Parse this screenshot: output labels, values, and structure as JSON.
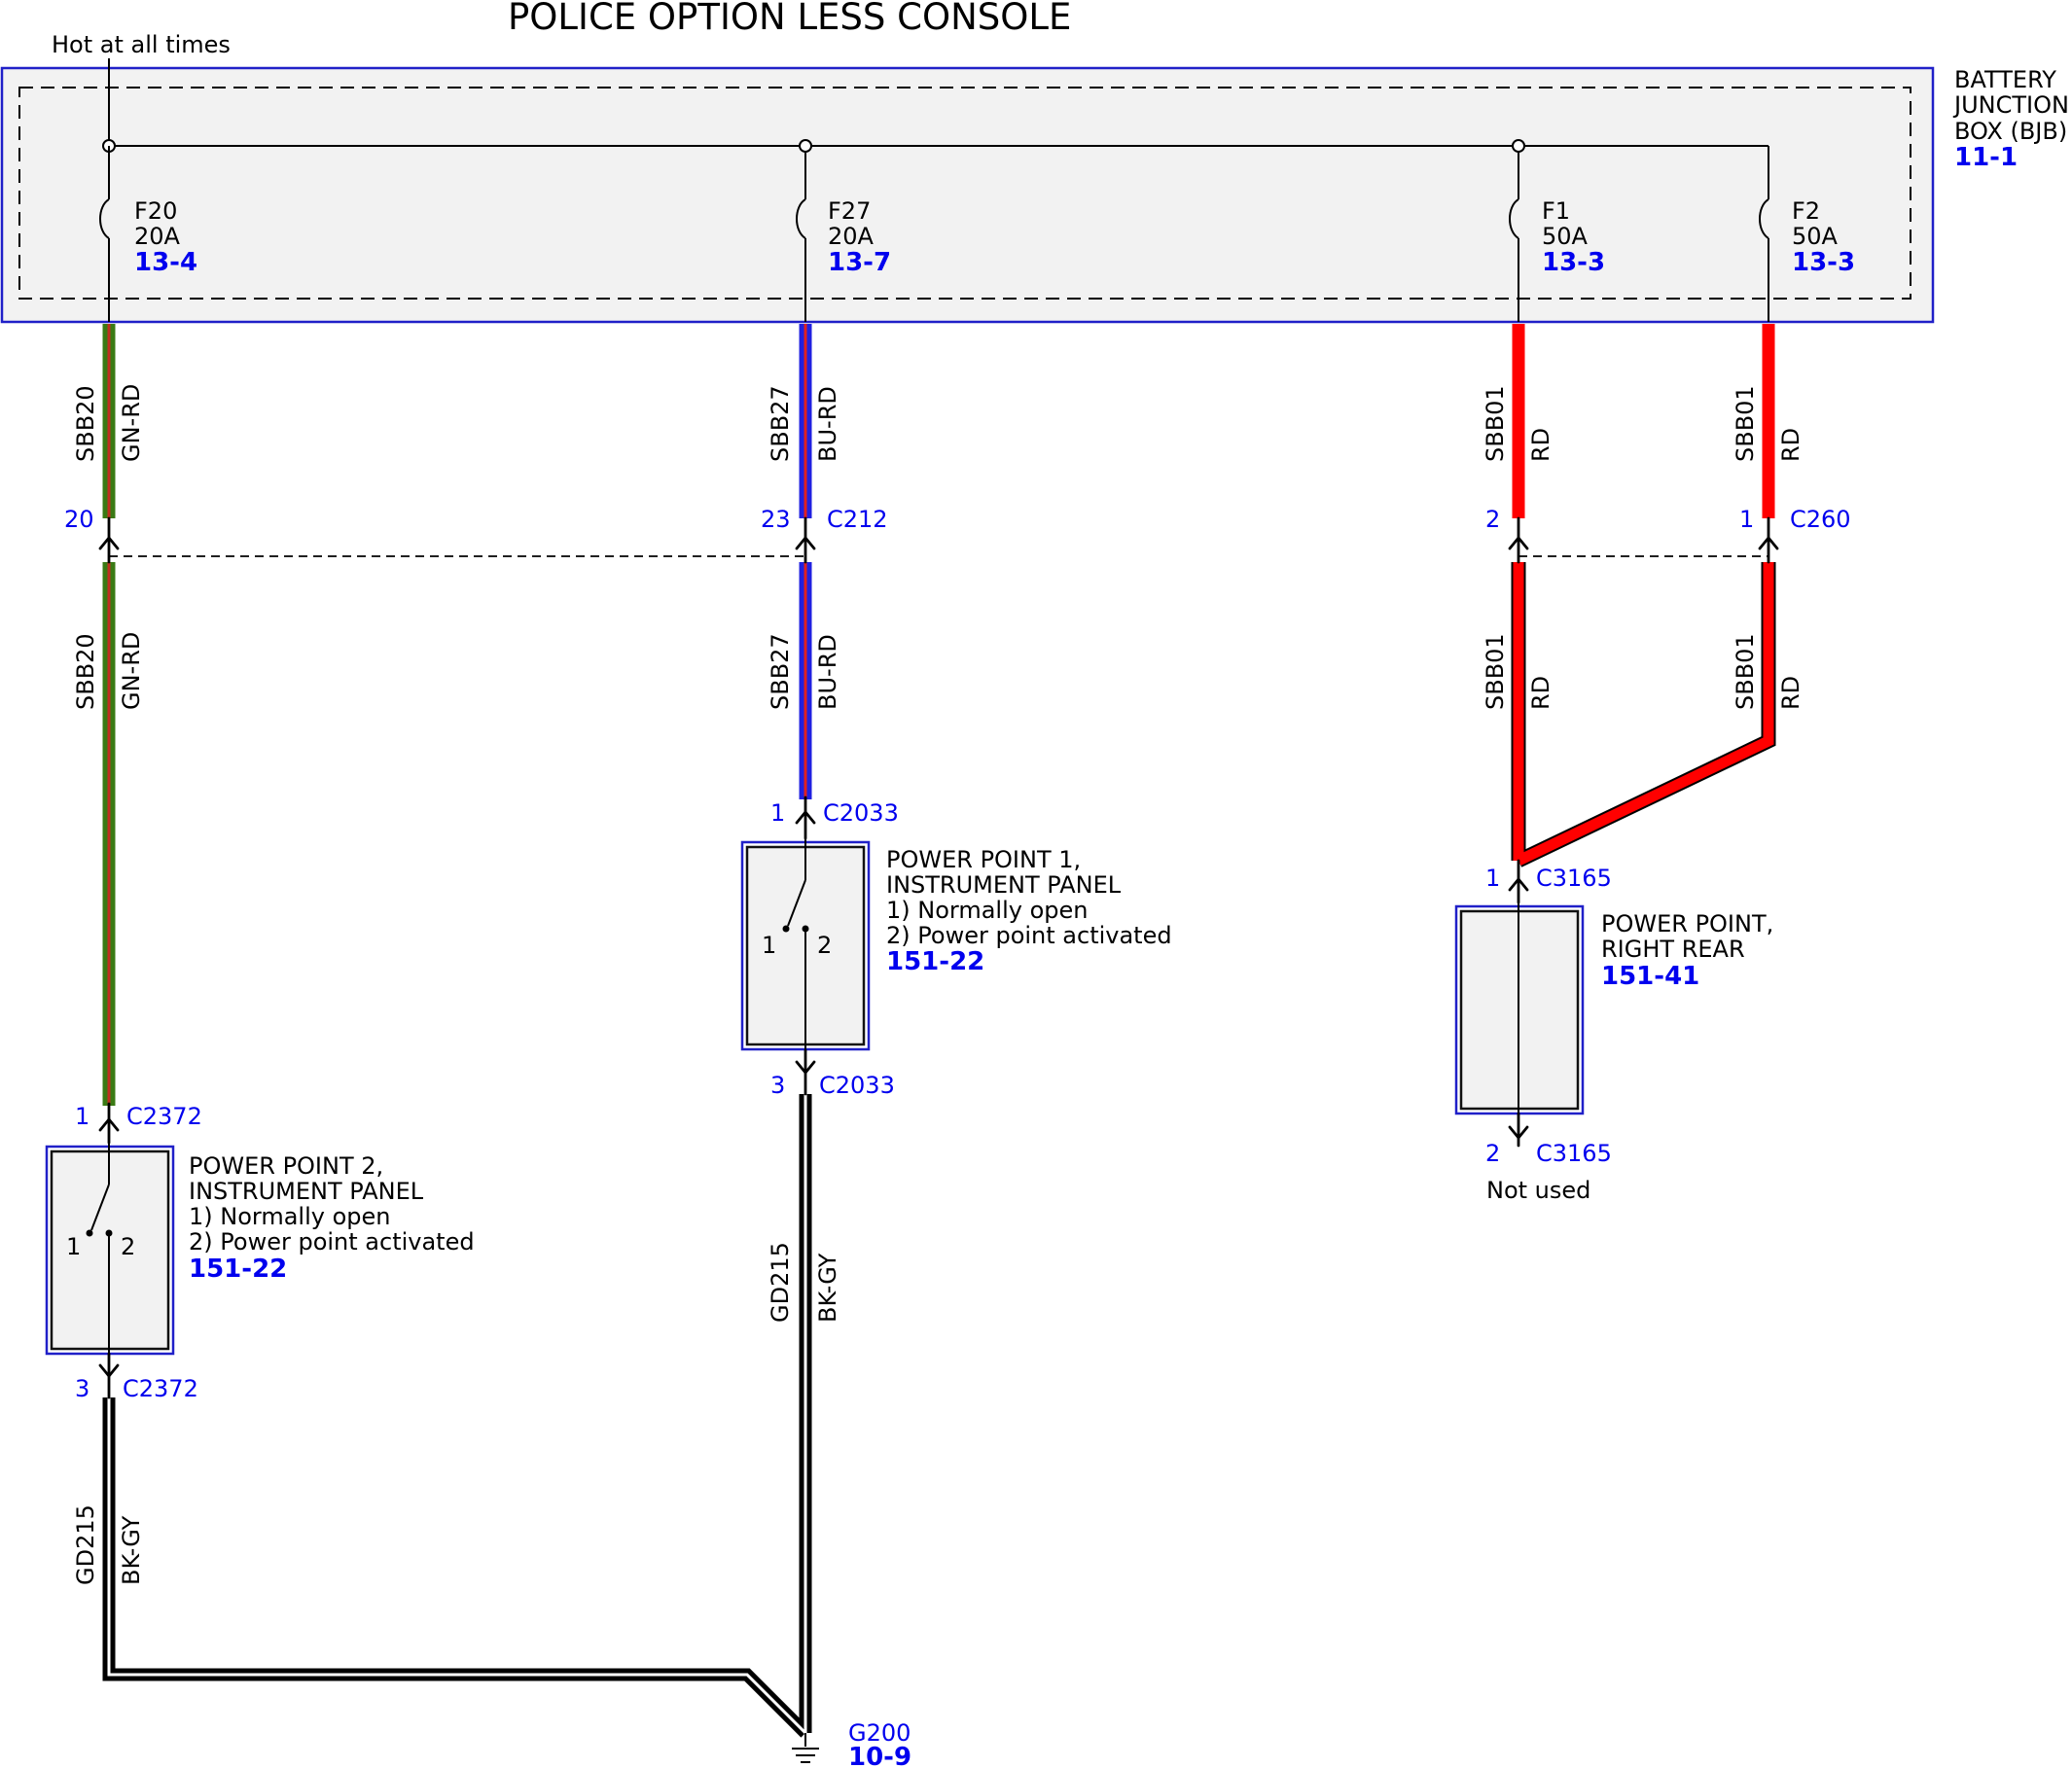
{
  "title": "POLICE OPTION LESS CONSOLE",
  "hot_label": "Hot at all times",
  "colors": {
    "GN-RD": [
      "#3a7a14",
      "#c03020"
    ],
    "BU-RD": [
      "#2020e0",
      "#e02020"
    ],
    "RD": [
      "#ff0000"
    ],
    "BK-GY": [
      "#000000",
      "#ffffff"
    ],
    "link_blue": "#0000ee",
    "box_outline": "#2020c8",
    "box_fill": "#f2f2f2"
  },
  "bjb": {
    "line1": "BATTERY",
    "line2": "JUNCTION",
    "line3": "BOX (BJB)",
    "ref": "11-1"
  },
  "fuses": [
    {
      "name": "F20",
      "rating": "20A",
      "ref": "13-4"
    },
    {
      "name": "F27",
      "rating": "20A",
      "ref": "13-7"
    },
    {
      "name": "F1",
      "rating": "50A",
      "ref": "13-3"
    },
    {
      "name": "F2",
      "rating": "50A",
      "ref": "13-3"
    }
  ],
  "wires": {
    "sbb20": {
      "circuit": "SBB20",
      "color": "GN-RD"
    },
    "sbb27": {
      "circuit": "SBB27",
      "color": "BU-RD"
    },
    "sbb01": {
      "circuit": "SBB01",
      "color": "RD"
    },
    "gd215": {
      "circuit": "GD215",
      "color": "BK-GY"
    }
  },
  "connectors": {
    "c212": {
      "name": "C212",
      "pin_f20": "20",
      "pin_f27": "23"
    },
    "c260": {
      "name": "C260",
      "pin_f1": "2",
      "pin_f2": "1"
    },
    "c2033_top": {
      "name": "C2033",
      "pin": "1"
    },
    "c2033_bot": {
      "name": "C2033",
      "pin": "3"
    },
    "c2372_top": {
      "name": "C2372",
      "pin": "1"
    },
    "c2372_bot": {
      "name": "C2372",
      "pin": "3"
    },
    "c3165_top": {
      "name": "C3165",
      "pin": "1"
    },
    "c3165_bot": {
      "name": "C3165",
      "pin": "2"
    }
  },
  "components": {
    "pp1": {
      "line1": "POWER POINT 1,",
      "line2": "INSTRUMENT PANEL",
      "line3": "1) Normally open",
      "line4": "2) Power point activated",
      "ref": "151-22",
      "pin1": "1",
      "pin2": "2"
    },
    "pp2": {
      "line1": "POWER POINT 2,",
      "line2": "INSTRUMENT PANEL",
      "line3": "1) Normally open",
      "line4": "2) Power point activated",
      "ref": "151-22",
      "pin1": "1",
      "pin2": "2"
    },
    "pprr": {
      "line1": "POWER POINT,",
      "line2": "RIGHT REAR",
      "ref": "151-41",
      "not_used": "Not used"
    }
  },
  "ground": {
    "name": "G200",
    "ref": "10-9"
  }
}
